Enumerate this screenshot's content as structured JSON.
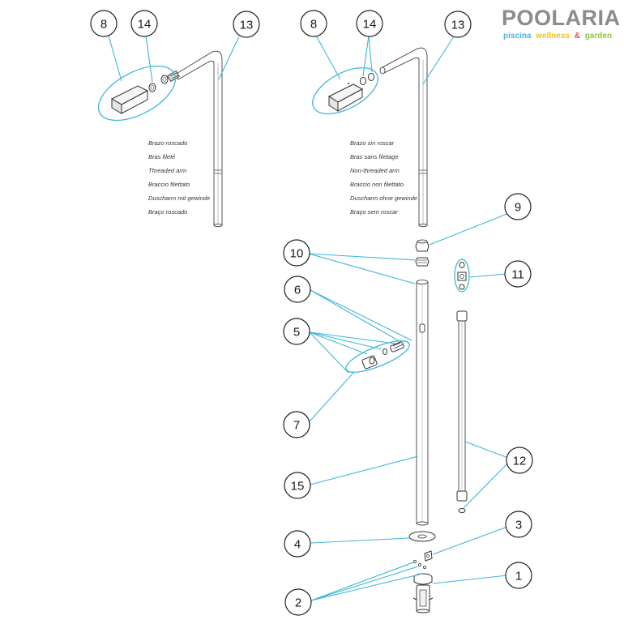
{
  "logo": {
    "brand": "POOLARIA",
    "tagline_word1": "piscina",
    "tagline_word2": "wellness",
    "tagline_amp": "&",
    "tagline_word3": "garden",
    "colors": {
      "brand": "#8c8c8c",
      "piscina": "#4ab3d9",
      "wellness": "#f0c419",
      "amp": "#e64a3c",
      "garden": "#8dc63f"
    }
  },
  "accent_color": "#3fb6d9",
  "callouts": {
    "n1": "1",
    "n2": "2",
    "n3": "3",
    "n4": "4",
    "n5": "5",
    "n6": "6",
    "n7": "7",
    "n8": "8",
    "n9": "9",
    "n10": "10",
    "n11": "11",
    "n12": "12",
    "n13": "13",
    "n14": "14",
    "n15": "15"
  },
  "captions": {
    "threaded": [
      "Brazo roscado",
      "Bras fileté",
      "Threaded arm",
      "Braccio filettato",
      "Duscharm mit gewinde",
      "Braço roscado"
    ],
    "non_threaded": [
      "Brazo sin roscar",
      "Bras sans filetage",
      "Non-threaded arm",
      "Braccio non filettato",
      "Duscharm ohne gewinde",
      "Braço sem roscar"
    ]
  }
}
